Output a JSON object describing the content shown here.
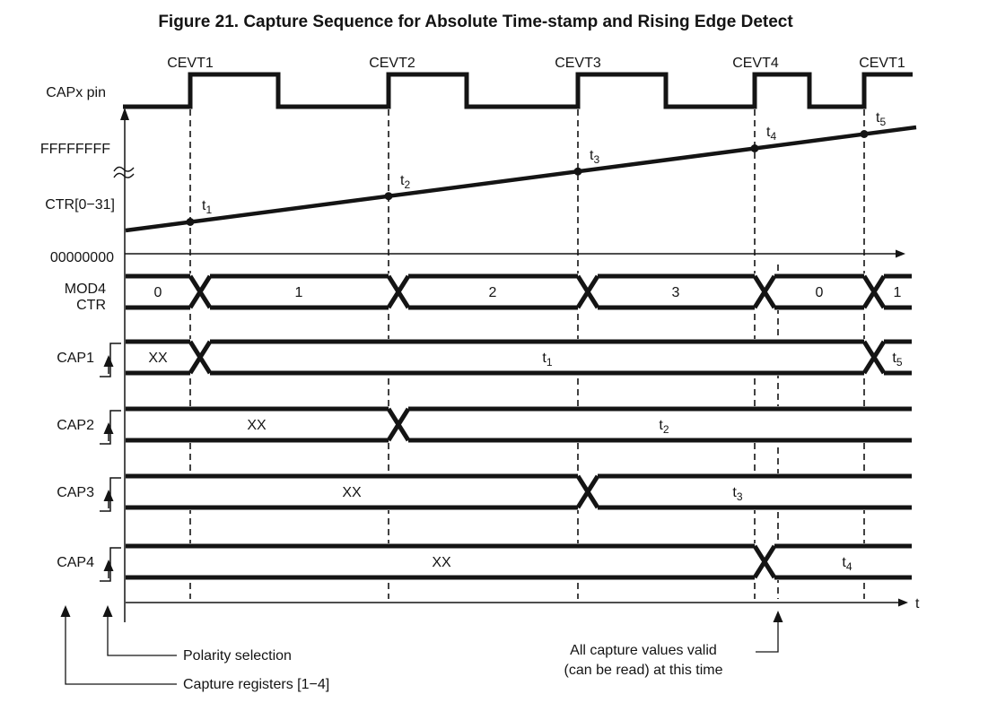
{
  "title": "Figure 21. Capture Sequence for Absolute Time-stamp and Rising Edge Detect",
  "colors": {
    "line": "#141414",
    "background": "#ffffff"
  },
  "pin": {
    "label": "CAPx pin"
  },
  "events": [
    {
      "label": "CEVT1"
    },
    {
      "label": "CEVT2"
    },
    {
      "label": "CEVT3"
    },
    {
      "label": "CEVT4"
    },
    {
      "label": "CEVT1"
    }
  ],
  "counter": {
    "label": "CTR[0−31]",
    "max": "FFFFFFFF",
    "min": "00000000",
    "time_axis_label": "t",
    "points": [
      {
        "base": "t",
        "sub": "1"
      },
      {
        "base": "t",
        "sub": "2"
      },
      {
        "base": "t",
        "sub": "3"
      },
      {
        "base": "t",
        "sub": "4"
      },
      {
        "base": "t",
        "sub": "5"
      }
    ]
  },
  "mod4": {
    "label_line1": "MOD4",
    "label_line2": "CTR",
    "values": [
      "0",
      "1",
      "2",
      "3",
      "0",
      "1"
    ]
  },
  "caps": [
    {
      "label": "CAP1",
      "initial": "XX",
      "captured": {
        "base": "t",
        "sub": "1"
      },
      "final": {
        "base": "t",
        "sub": "5"
      }
    },
    {
      "label": "CAP2",
      "initial": "XX",
      "captured": {
        "base": "t",
        "sub": "2"
      }
    },
    {
      "label": "CAP3",
      "initial": "XX",
      "captured": {
        "base": "t",
        "sub": "3"
      }
    },
    {
      "label": "CAP4",
      "initial": "XX",
      "captured": {
        "base": "t",
        "sub": "4"
      }
    }
  ],
  "annotations": {
    "polarity": "Polarity selection",
    "capture_registers": "Capture registers [1−4]",
    "valid_line1": "All capture values valid",
    "valid_line2": "(can be read) at this time"
  }
}
